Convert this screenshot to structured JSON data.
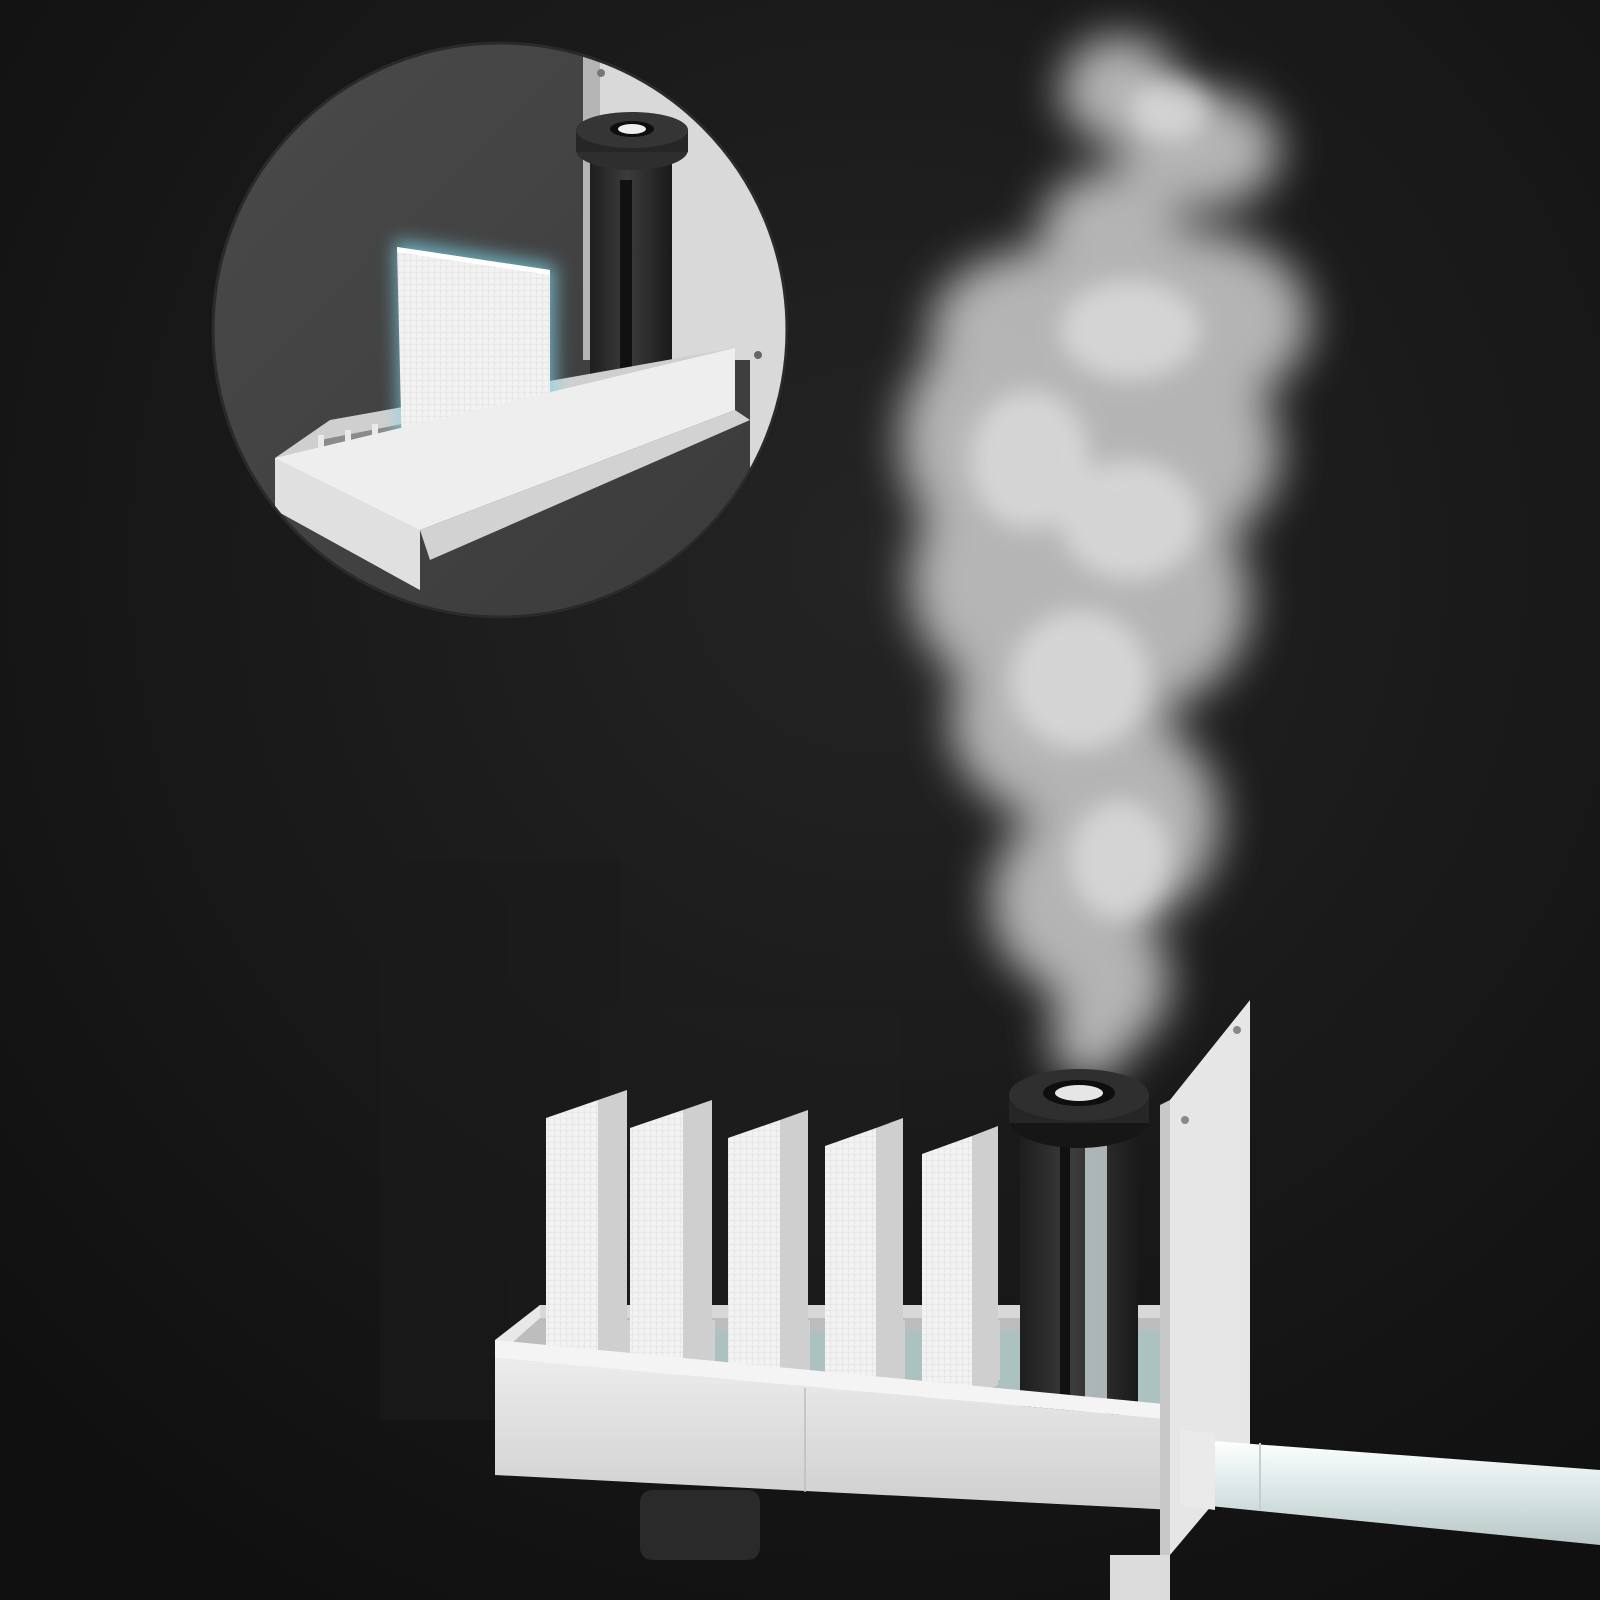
{
  "scene": {
    "subject": "humidifier-filter-tray",
    "parts": {
      "inset": "zoom-inset",
      "steam": "steam-plume",
      "tray": "water-tray",
      "pads": "filter-pads",
      "pad_count": 5,
      "atomizer": "atomizer-tube",
      "panel": "side-panel",
      "pipe": "water-pipe"
    },
    "colors": {
      "background": "#151515",
      "tray": "#e4e4e4",
      "pad": "#f4f4f4",
      "tube": "#2c2c2c",
      "glow": "#7fd6ea",
      "steam": "#d8d8d8"
    }
  }
}
